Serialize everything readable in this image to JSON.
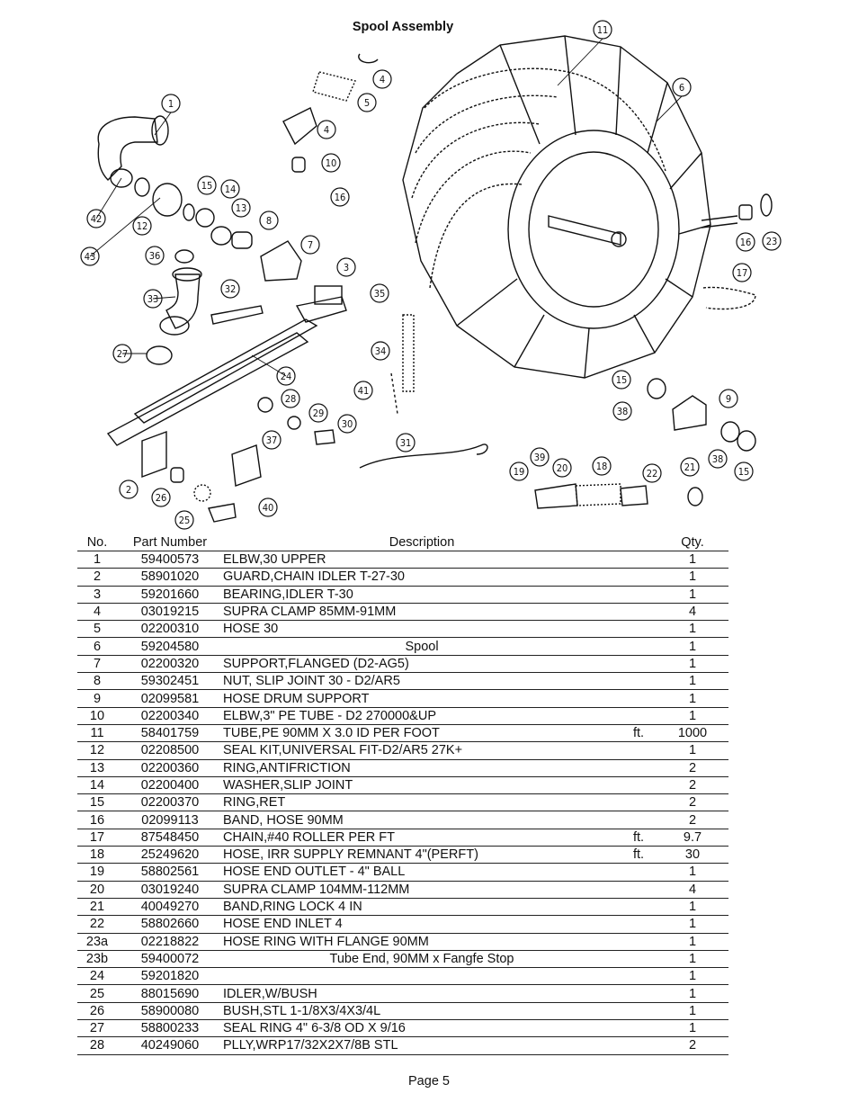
{
  "document": {
    "title": "Spool Assembly",
    "page_label": "Page 5"
  },
  "diagram": {
    "callouts": [
      "1",
      "3",
      "4",
      "4",
      "5",
      "6",
      "7",
      "8",
      "9",
      "10",
      "11",
      "12",
      "13",
      "14",
      "15",
      "15",
      "16",
      "16",
      "17",
      "18",
      "19",
      "20",
      "21",
      "22",
      "23",
      "24",
      "25",
      "26",
      "27",
      "28",
      "29",
      "30",
      "31",
      "32",
      "33",
      "34",
      "35",
      "36",
      "37",
      "38",
      "38",
      "39",
      "40",
      "41",
      "42",
      "43",
      "2"
    ]
  },
  "table": {
    "headers": {
      "no": "No.",
      "part": "Part Number",
      "desc": "Description",
      "qty": "Qty."
    },
    "rows": [
      {
        "no": "1",
        "part": "59400573",
        "desc": "ELBW,30 UPPER",
        "unit": "",
        "qty": "1"
      },
      {
        "no": "2",
        "part": "58901020",
        "desc": "GUARD,CHAIN IDLER T-27-30",
        "unit": "",
        "qty": "1"
      },
      {
        "no": "3",
        "part": "59201660",
        "desc": "BEARING,IDLER T-30",
        "unit": "",
        "qty": "1"
      },
      {
        "no": "4",
        "part": "03019215",
        "desc": "SUPRA CLAMP 85MM-91MM",
        "unit": "",
        "qty": "4"
      },
      {
        "no": "5",
        "part": "02200310",
        "desc": "HOSE 30",
        "unit": "",
        "qty": "1"
      },
      {
        "no": "6",
        "part": "59204580",
        "desc": "Spool",
        "unit": "",
        "qty": "1"
      },
      {
        "no": "7",
        "part": "02200320",
        "desc": "SUPPORT,FLANGED  (D2-AG5)",
        "unit": "",
        "qty": "1"
      },
      {
        "no": "8",
        "part": "59302451",
        "desc": "NUT, SLIP JOINT 30 - D2/AR5",
        "unit": "",
        "qty": "1"
      },
      {
        "no": "9",
        "part": "02099581",
        "desc": "HOSE DRUM SUPPORT",
        "unit": "",
        "qty": "1"
      },
      {
        "no": "10",
        "part": "02200340",
        "desc": "ELBW,3\" PE TUBE - D2 270000&UP",
        "unit": "",
        "qty": "1"
      },
      {
        "no": "11",
        "part": "58401759",
        "desc": "TUBE,PE 90MM X 3.0 ID PER FOOT",
        "unit": "ft.",
        "qty": "1000"
      },
      {
        "no": "12",
        "part": "02208500",
        "desc": "SEAL KIT,UNIVERSAL FIT-D2/AR5 27K+",
        "unit": "",
        "qty": "1"
      },
      {
        "no": "13",
        "part": "02200360",
        "desc": "RING,ANTIFRICTION",
        "unit": "",
        "qty": "2"
      },
      {
        "no": "14",
        "part": "02200400",
        "desc": "WASHER,SLIP JOINT",
        "unit": "",
        "qty": "2"
      },
      {
        "no": "15",
        "part": "02200370",
        "desc": "RING,RET",
        "unit": "",
        "qty": "2"
      },
      {
        "no": "16",
        "part": "02099113",
        "desc": "BAND, HOSE 90MM",
        "unit": "",
        "qty": "2"
      },
      {
        "no": "17",
        "part": "87548450",
        "desc": "CHAIN,#40 ROLLER PER FT",
        "unit": "ft.",
        "qty": "9.7"
      },
      {
        "no": "18",
        "part": "25249620",
        "desc": "HOSE, IRR SUPPLY REMNANT 4\"(PERFT)",
        "unit": "ft.",
        "qty": "30"
      },
      {
        "no": "19",
        "part": "58802561",
        "desc": "HOSE END OUTLET - 4\" BALL",
        "unit": "",
        "qty": "1"
      },
      {
        "no": "20",
        "part": "03019240",
        "desc": "SUPRA CLAMP 104MM-112MM",
        "unit": "",
        "qty": "4"
      },
      {
        "no": "21",
        "part": "40049270",
        "desc": "BAND,RING LOCK 4 IN",
        "unit": "",
        "qty": "1"
      },
      {
        "no": "22",
        "part": "58802660",
        "desc": "HOSE END INLET 4",
        "unit": "",
        "qty": "1"
      },
      {
        "no": "23a",
        "part": "02218822",
        "desc": "HOSE RING WITH FLANGE 90MM",
        "unit": "",
        "qty": "1"
      },
      {
        "no": "23b",
        "part": "59400072",
        "desc": "Tube End, 90MM x Fangfe Stop",
        "unit": "",
        "qty": "1"
      },
      {
        "no": "24",
        "part": "59201820",
        "desc": "",
        "unit": "",
        "qty": "1"
      },
      {
        "no": "25",
        "part": "88015690",
        "desc": "IDLER,W/BUSH",
        "unit": "",
        "qty": "1"
      },
      {
        "no": "26",
        "part": "58900080",
        "desc": "BUSH,STL 1-1/8X3/4X3/4L",
        "unit": "",
        "qty": "1"
      },
      {
        "no": "27",
        "part": "58800233",
        "desc": "SEAL RING 4\"  6-3/8 OD X 9/16",
        "unit": "",
        "qty": "1"
      },
      {
        "no": "28",
        "part": "40249060",
        "desc": "PLLY,WRP17/32X2X7/8B STL",
        "unit": "",
        "qty": "2"
      }
    ]
  }
}
